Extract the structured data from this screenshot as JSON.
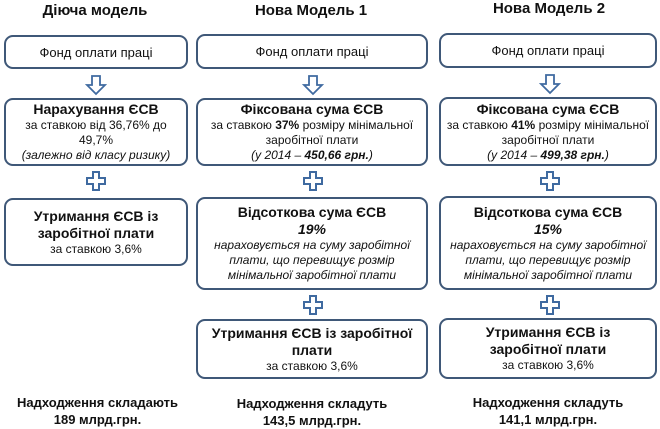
{
  "columns": [
    {
      "title": "Діюча модель",
      "fund": "Фонд оплати праці",
      "box2": {
        "heading": "Нарахування ЄСВ",
        "line1": "за ставкою від 36,76% до 49,7%",
        "note": "(залежно від класу ризику)"
      },
      "box3": {
        "heading": "Утримання ЄСВ із заробітної плати",
        "line1": "за ставкою 3,6%"
      },
      "footer": {
        "line1": "Надходження складають",
        "line2": "189 млрд.грн."
      }
    },
    {
      "title": "Нова Модель 1",
      "fund": "Фонд оплати праці",
      "box2": {
        "heading": "Фіксована сума ЄСВ",
        "line1_pre": "за ставкою ",
        "line1_bold": "37%",
        "line1_post": " розміру мінімальної заробітної плати",
        "note_pre": "(у 2014 – ",
        "note_bold": "450,66 грн.",
        "note_post": ")"
      },
      "box3": {
        "heading": "Відсоткова сума ЄСВ",
        "rate": "19%",
        "note": "нараховується на суму заробітної плати, що перевищує розмір мінімальної заробітної плати"
      },
      "box4": {
        "heading": "Утримання ЄСВ із заробітної плати",
        "line1": "за ставкою 3,6%"
      },
      "footer": {
        "line1": "Надходження складуть",
        "line2": "143,5 млрд.грн."
      }
    },
    {
      "title": "Нова Модель 2",
      "fund": "Фонд оплати праці",
      "box2": {
        "heading": "Фіксована сума ЄСВ",
        "line1_pre": "за ставкою ",
        "line1_bold": "41%",
        "line1_post": " розміру мінімальної заробітної плати",
        "note_pre": "(у 2014 – ",
        "note_bold": "499,38 грн.",
        "note_post": ")"
      },
      "box3": {
        "heading": "Відсоткова сума ЄСВ",
        "rate": "15%",
        "note": "нараховується на суму заробітної плати, що перевищує розмір мінімальної заробітної плати"
      },
      "box4": {
        "heading": "Утримання ЄСВ із заробітної плати",
        "line1": "за ставкою 3,6%"
      },
      "footer": {
        "line1": "Надходження складуть",
        "line2": "141,1 млрд.грн."
      }
    }
  ],
  "colors": {
    "border": "#3f5878",
    "icon": "#3f6aa0"
  }
}
